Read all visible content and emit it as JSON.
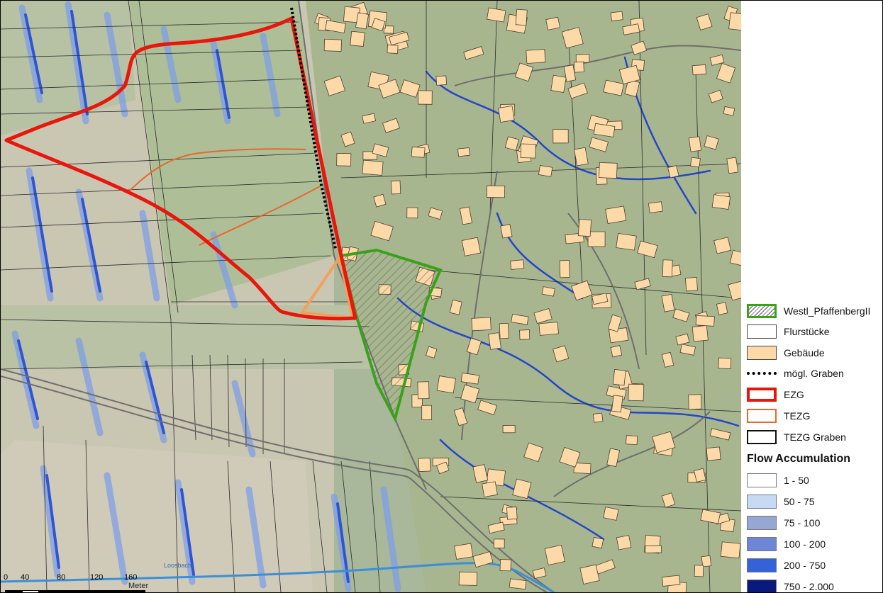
{
  "legend": {
    "items": [
      {
        "label": "Westl_PfaffenbergII",
        "kind": "hatch-green"
      },
      {
        "label": "Flurstücke",
        "kind": "plain"
      },
      {
        "label": "Gebäude",
        "kind": "building"
      },
      {
        "label": "mögl. Graben",
        "kind": "dotted"
      },
      {
        "label": "EZG",
        "kind": "red"
      },
      {
        "label": "TEZG",
        "kind": "orange"
      },
      {
        "label": "TEZG Graben",
        "kind": "black"
      }
    ],
    "flow_heading": "Flow Accumulation",
    "flow_classes": [
      {
        "label": "1 - 50",
        "color": "#ffffff"
      },
      {
        "label": "50 - 75",
        "color": "#c6dbf3"
      },
      {
        "label": "75 - 100",
        "color": "#97a7d4"
      },
      {
        "label": "100 - 200",
        "color": "#6d86d8"
      },
      {
        "label": "200 - 750",
        "color": "#3462d8"
      },
      {
        "label": "750 - 2.000",
        "color": "#0a1a7a"
      }
    ]
  },
  "map": {
    "river_label": "Loosbach",
    "colors": {
      "catchment": "#e8160c",
      "subcatchment": "#e8682a",
      "area": "#3aa21a",
      "building": "#fcd9a6",
      "triangle": "#f4a05c"
    }
  },
  "scalebar": {
    "labels": [
      "0",
      "40",
      "80",
      "120",
      "160"
    ],
    "unit": "Meter"
  }
}
